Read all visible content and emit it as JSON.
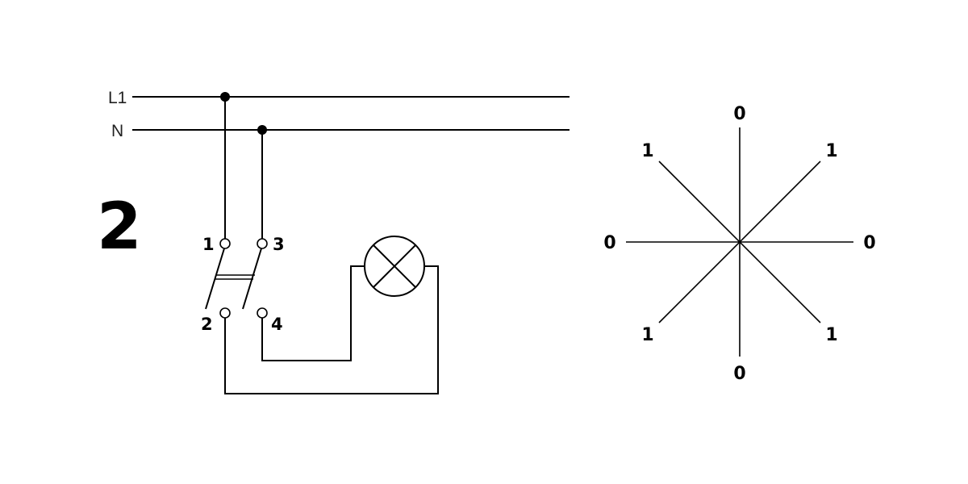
{
  "diagram": {
    "number": "2",
    "bus_labels": {
      "l1": "L1",
      "n": "N"
    },
    "terminals": {
      "t1": "1",
      "t2": "2",
      "t3": "3",
      "t4": "4"
    },
    "positions": {
      "top": "0",
      "top_right": "1",
      "right": "0",
      "bottom_right": "1",
      "bottom": "0",
      "bottom_left": "1",
      "left": "0",
      "top_left": "1"
    }
  }
}
